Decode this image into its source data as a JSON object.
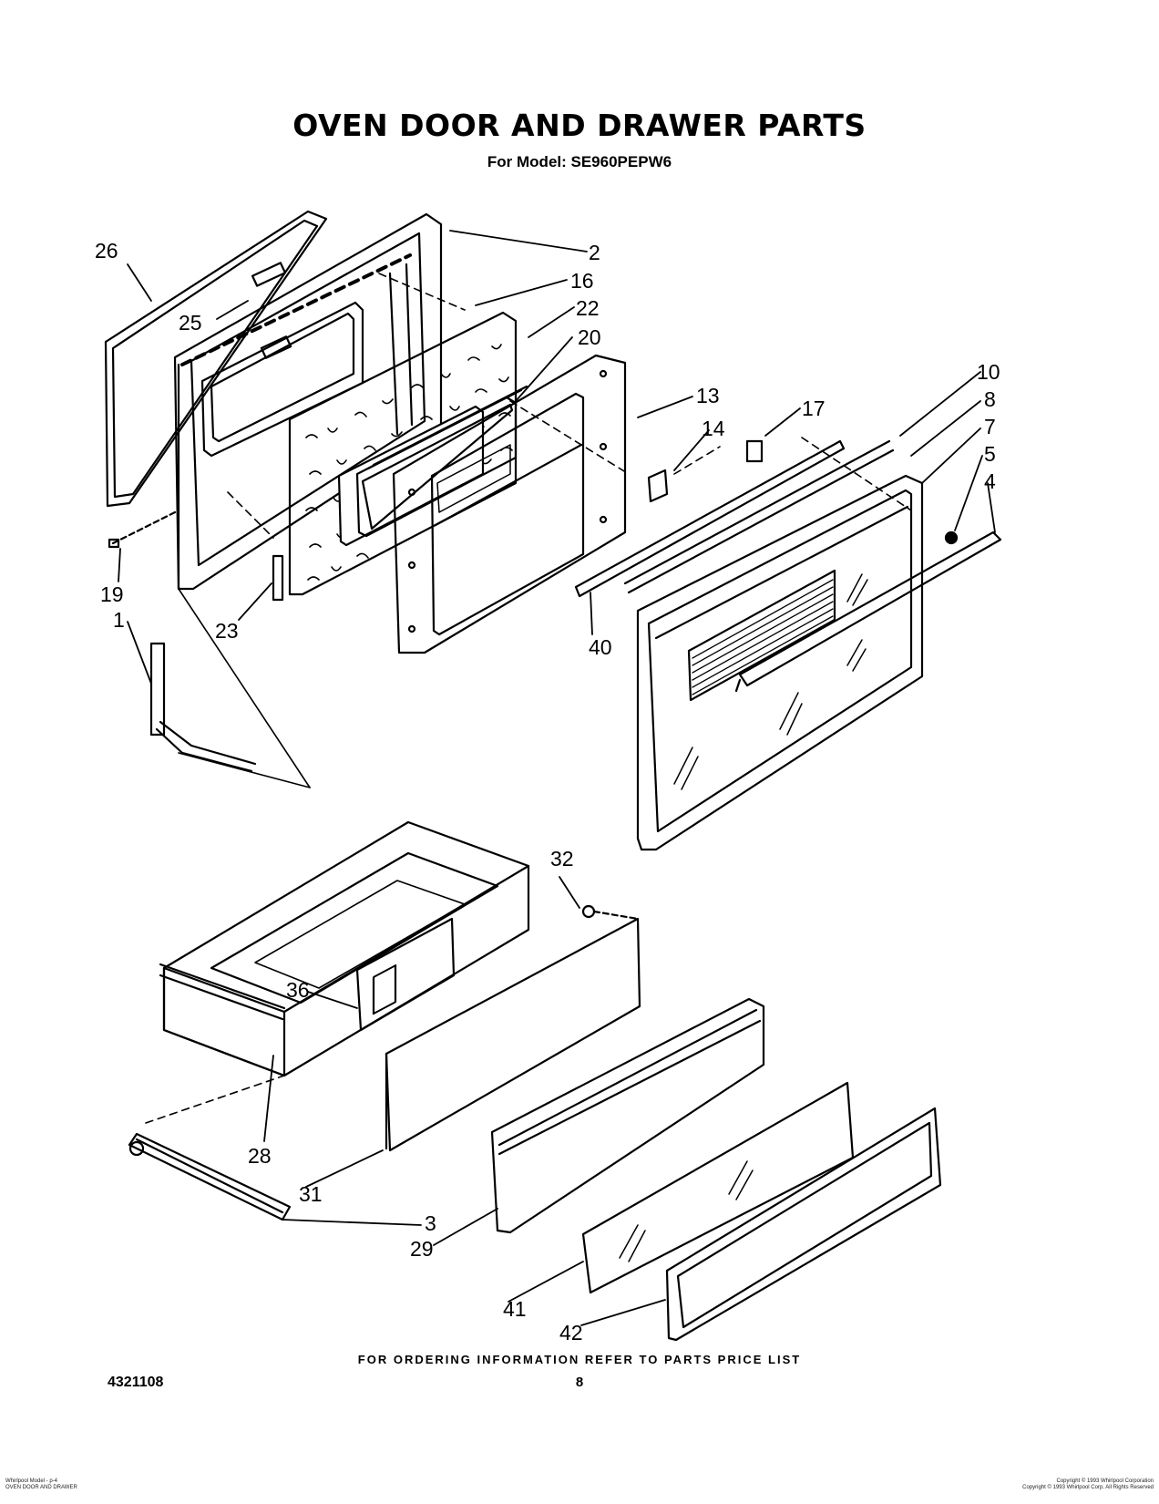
{
  "title": "OVEN DOOR AND DRAWER PARTS",
  "subtitle": "For Model: SE960PEPW6",
  "footer_note": "FOR ORDERING INFORMATION REFER TO PARTS PRICE LIST",
  "doc_number": "4321108",
  "page_number": "8",
  "small_left_line1": "Whirlpool Model - p-4",
  "small_left_line2": "OVEN DOOR AND DRAWER",
  "small_right_line1": "Copyright © 1993 Whirlpool Corporation",
  "small_right_line2": "Copyright © 1993 Whirlpool Corp. All Rights Reserved",
  "callouts": {
    "c26": "26",
    "c2": "2",
    "c16": "16",
    "c22": "22",
    "c25": "25",
    "c20": "20",
    "c10": "10",
    "c13": "13",
    "c8": "8",
    "c17": "17",
    "c7": "7",
    "c14": "14",
    "c5": "5",
    "c4": "4",
    "c19": "19",
    "c1": "1",
    "c23": "23",
    "c40": "40",
    "c32": "32",
    "c36": "36",
    "c28": "28",
    "c31": "31",
    "c3": "3",
    "c29": "29",
    "c41": "41",
    "c42": "42"
  }
}
